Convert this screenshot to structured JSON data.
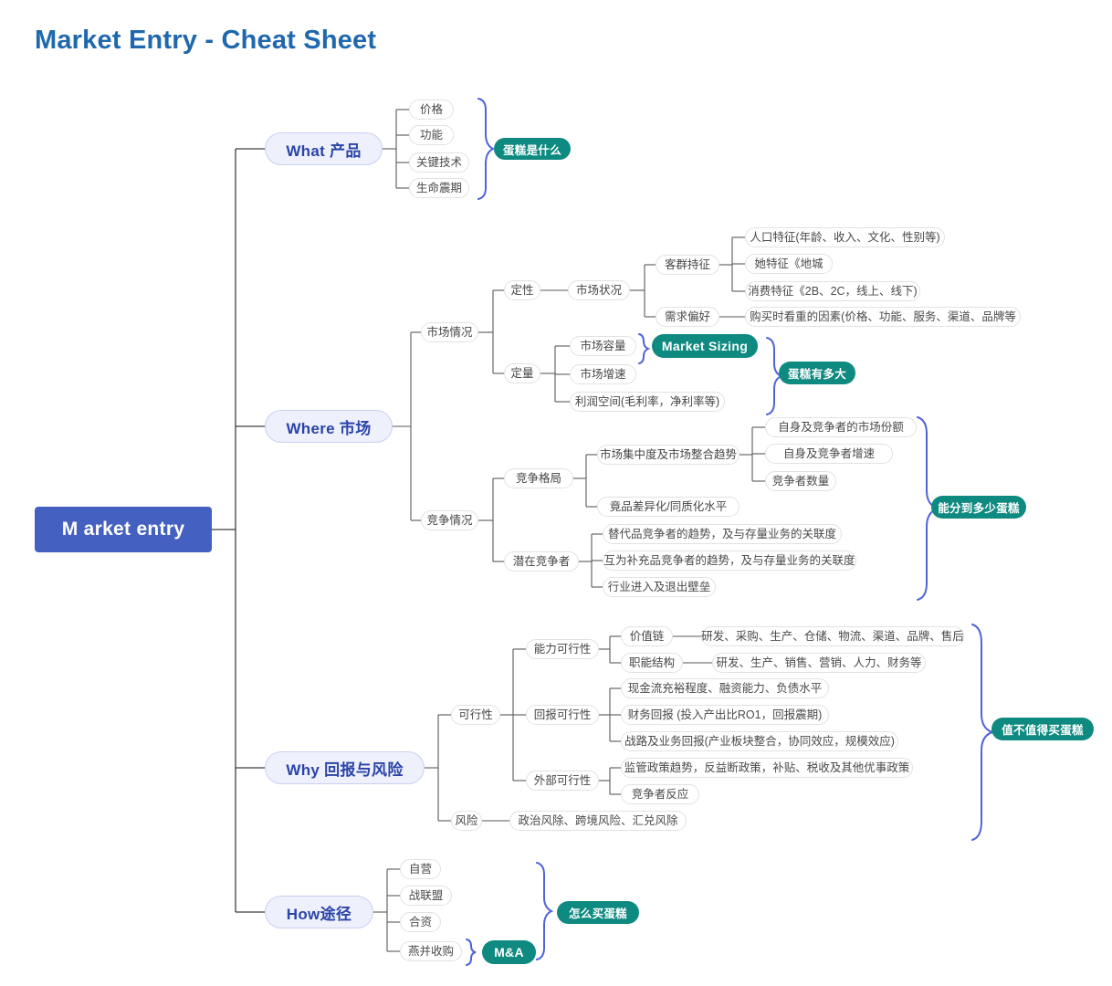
{
  "page": {
    "title": "Market Entry - Cheat Sheet",
    "title_color": "#2068ad",
    "background": "#ffffff"
  },
  "colors": {
    "root_fill": "#4460c0",
    "branch_fill": "#eef0fb",
    "branch_border": "#c9d0f2",
    "branch_text": "#2b44a8",
    "leaf_fill": "#ffffff",
    "leaf_border": "#e2e2e4",
    "leaf_text": "#4a4a4c",
    "tag_fill": "#0e8a80",
    "tag_text": "#ffffff",
    "wire": "#3f3f41",
    "brace": "#4f63d8"
  },
  "root": {
    "label": "M arket entry"
  },
  "branches": {
    "what": {
      "label": "What 产品"
    },
    "where": {
      "label": "Where 市场"
    },
    "why": {
      "label": "Why 回报与风险"
    },
    "how": {
      "label": "How途径"
    }
  },
  "nodes": {
    "what_children": [
      "价格",
      "功能",
      "关键技术",
      "生命震期"
    ],
    "market_situation": "市场情况",
    "qualitative": "定性",
    "quantitative": "定量",
    "market_status": "市场状况",
    "customer_traits": "客群持征",
    "customer_traits_children": [
      "人口特征(年龄、收入、文化、性别等)",
      "她特征《地城",
      "消费特征《2B、2C，线上、线下)"
    ],
    "demand_preference": "需求偏好",
    "demand_preference_child": "购买时看重的因素(价格、功能、服务、渠道、品牌等",
    "quant_children": [
      "市场容量",
      "市场增速",
      "利润空间(毛利率，净利率等)"
    ],
    "competition": "竞争情况",
    "competitive_landscape": "竞争格局",
    "market_concentration": "市场集中度及市场整合趋势",
    "concentration_children": [
      "自身及竞争者的市场份额",
      "自身及竞争者增速",
      "竞争者数量"
    ],
    "differentiation": "竟品差异化/同质化水平",
    "potential_competitors": "潜在竞争者",
    "potential_children": [
      "替代品竞争者的趋势，及与存量业务的关联度",
      "互为补充品竞争者的趋势，及与存量业务的关联度",
      "行业进入及退出壁垒"
    ],
    "feasibility": "可行性",
    "capability_feasibility": "能力可行性",
    "value_chain": "价值链",
    "value_chain_child": "研发、采购、生产、仓储、物流、渠道、品牌、售后",
    "functional_structure": "职能结构",
    "functional_structure_child": "研发、生产、销售、营销、人力、财务等",
    "return_feasibility": "回报可行性",
    "return_children": [
      "现金流充裕程度、融资能力、负债水平",
      "财务回报 (投入产出比RO1，回报震期)",
      "战路及业务回报(产业板块整合，协同效应，规模效应)"
    ],
    "external_feasibility": "外部可行性",
    "external_children": [
      "监管政策趋势，反益断政策，补贴、税收及其他优事政策",
      "竞争者反应"
    ],
    "risk": "风险",
    "risk_child": "政治风除、跨境风险、汇兑风除",
    "how_children": [
      "自营",
      "战联盟",
      "合资",
      "燕并收购"
    ]
  },
  "tags": {
    "what_is_cake": "蛋糕是什么",
    "market_sizing": "Market Sizing",
    "how_big_cake": "蛋糕有多大",
    "how_much_share": "能分到多少蛋糕",
    "worth_buying": "值不值得买蛋糕",
    "m_and_a": "M&A",
    "how_to_buy": "怎么买蛋糕"
  }
}
